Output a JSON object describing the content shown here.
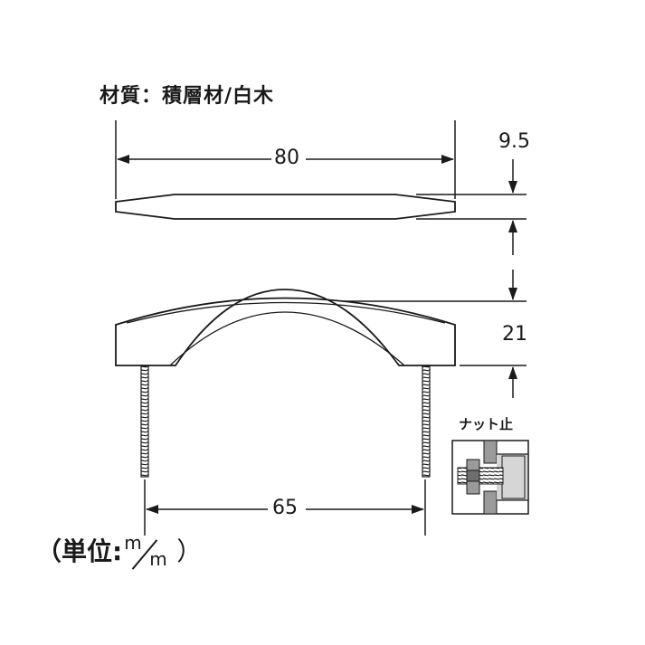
{
  "material": {
    "label": "材質：積層材/白木"
  },
  "dimensions": {
    "overall_length": "80",
    "top_thickness": "9.5",
    "height": "21",
    "hole_pitch": "65"
  },
  "detail": {
    "label": "ナット止"
  },
  "unit": {
    "prefix": "（単位:",
    "num": "m",
    "den": "m",
    "suffix": "）"
  },
  "colors": {
    "line": "#1a1a1a",
    "nut_gray": "#9a9a9a",
    "panel_gray": "#d6d6d6",
    "dark_gray": "#6e6e6e"
  }
}
